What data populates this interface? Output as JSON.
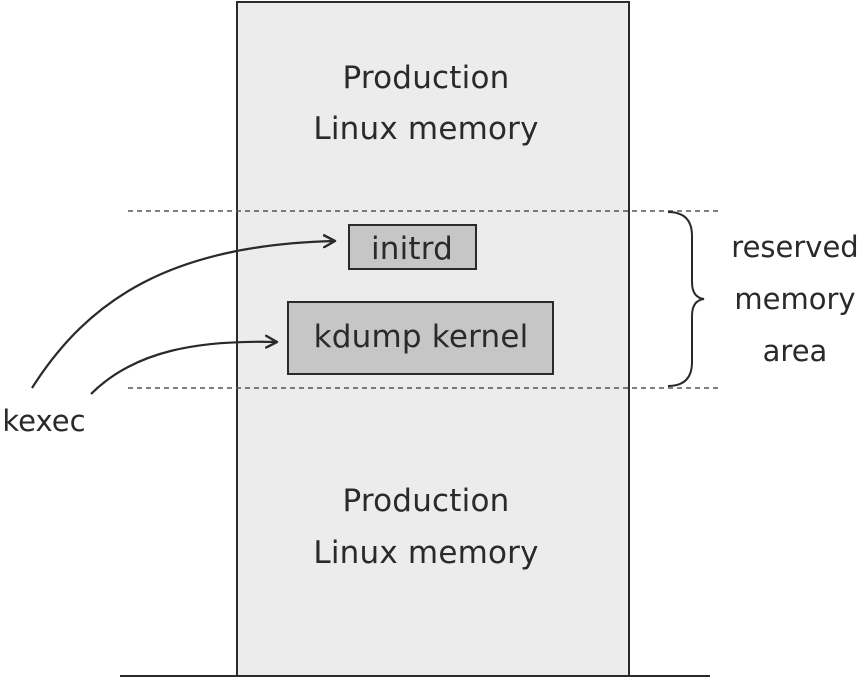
{
  "diagram": {
    "top_region": {
      "line1": "Production",
      "line2": "Linux memory"
    },
    "bottom_region": {
      "line1": "Production",
      "line2": "Linux memory"
    },
    "blocks": {
      "initrd": "initrd",
      "kdump_kernel": "kdump kernel"
    },
    "reserved": {
      "line1": "reserved",
      "line2": "memory",
      "line3": "area"
    },
    "kexec": "kexec",
    "colors": {
      "column_fill": "#ececec",
      "block_fill": "#c6c6c6",
      "stroke": "#2a2a2a"
    }
  }
}
